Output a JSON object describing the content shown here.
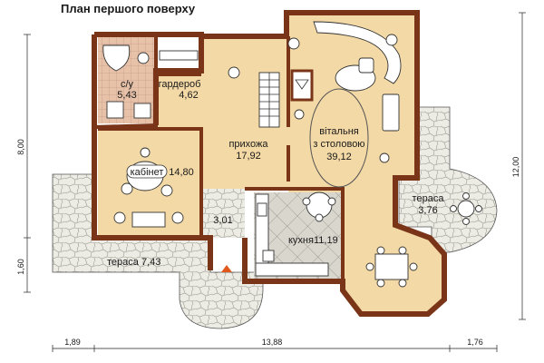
{
  "title": "План першого поверху",
  "rooms": {
    "wc": {
      "name": "с/у",
      "area": "5,43"
    },
    "wardrobe": {
      "name": "гардероб",
      "area": "4,62"
    },
    "hall": {
      "name": "прихожа",
      "area": "17,92"
    },
    "living": {
      "name_line1": "вітальня",
      "name_line2": "з столовою",
      "area": "39,12"
    },
    "office": {
      "name": "кабінет",
      "area": "14,80"
    },
    "storage": {
      "area": "3,01"
    },
    "kitchen": {
      "name": "кухня",
      "area": "11,19"
    },
    "terrace_right": {
      "name": "тераса",
      "area": "3,76"
    },
    "terrace_left": {
      "name": "тераса",
      "area": "7,43"
    }
  },
  "dimensions": {
    "left_height": "8,00",
    "left_lower": "1,60",
    "right_height": "12,00",
    "bottom_left": "1,89",
    "bottom_middle": "13,88",
    "bottom_right": "1,76"
  },
  "colors": {
    "wall": "#7a3418",
    "floor_wood": "#f3d9a6",
    "floor_tile": "#e2bfa8",
    "floor_stone": "#ebe9e2",
    "kitchen_tile": "#d8d5cc",
    "entry_marker": "#e0581c"
  }
}
